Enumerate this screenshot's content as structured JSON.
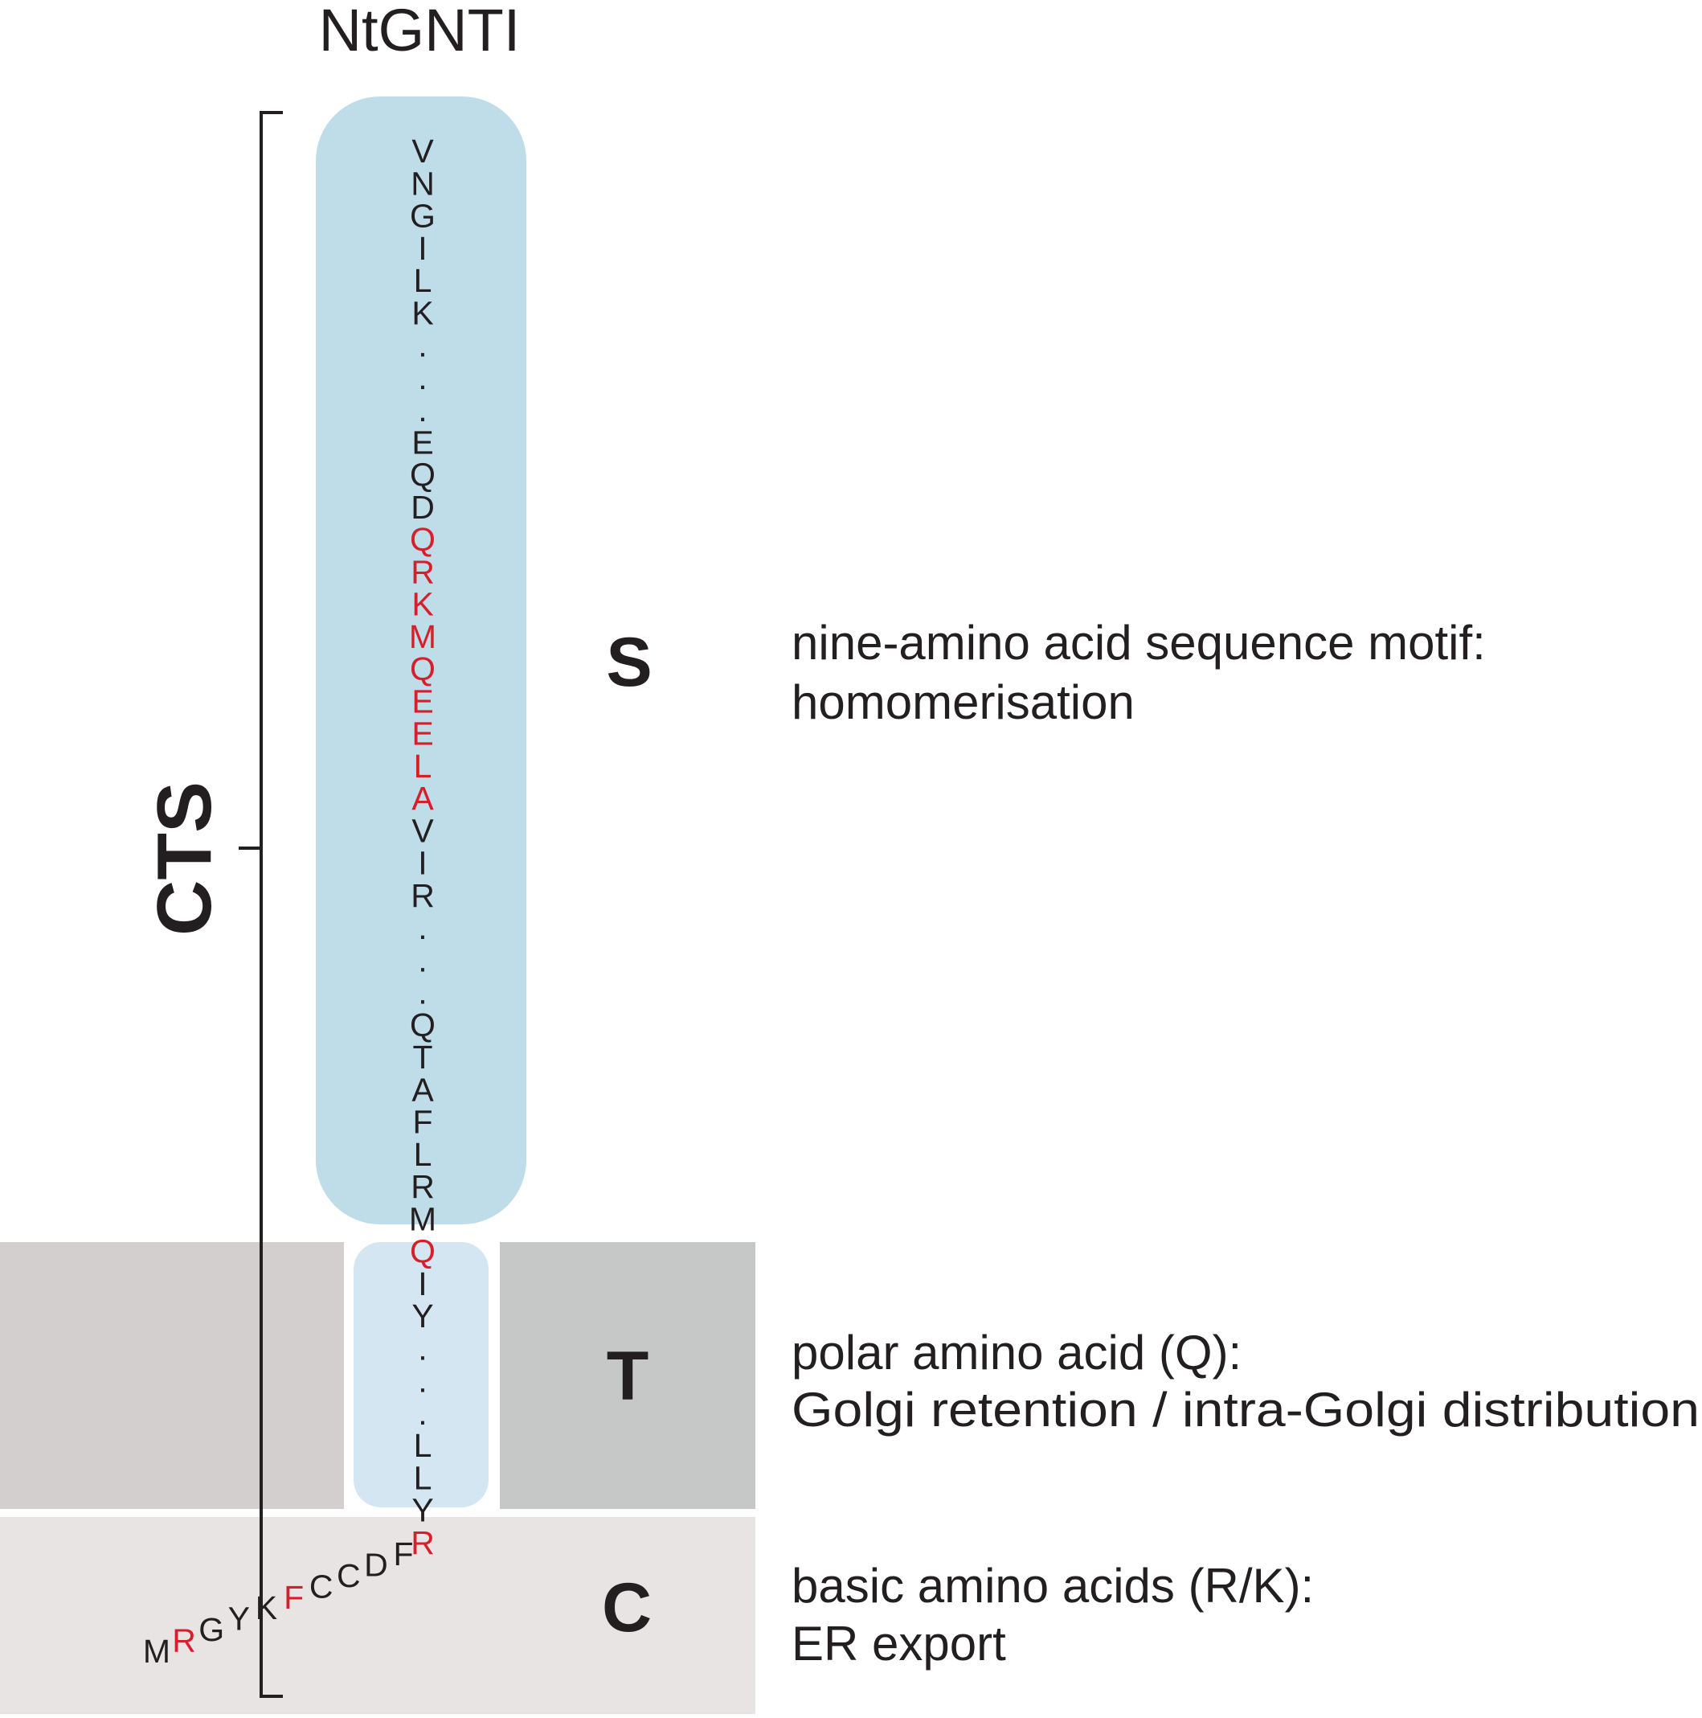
{
  "title": "NtGNTI",
  "colors": {
    "black": "#231f20",
    "red": "#d71f2b",
    "stem_box": "#bfdce9",
    "tm_box": "#d4e6f1",
    "membrane_left": "#d3cfcf",
    "membrane_right": "#c6c8c8",
    "cytosol": "#e8e4e4"
  },
  "cts_label": "CTS",
  "regions": [
    {
      "id": "S",
      "label": "S",
      "desc": [
        "nine-amino acid sequence motif:",
        "homomerisation"
      ]
    },
    {
      "id": "T",
      "label": "T",
      "desc": [
        "polar amino acid (Q):",
        "Golgi retention / intra-Golgi distribution"
      ]
    },
    {
      "id": "C",
      "label": "C",
      "desc": [
        "basic amino acids (R/K):",
        "ER export"
      ]
    }
  ],
  "vertical_sequence": [
    {
      "c": "V",
      "red": false
    },
    {
      "c": "N",
      "red": false
    },
    {
      "c": "G",
      "red": false
    },
    {
      "c": "I",
      "red": false
    },
    {
      "c": "L",
      "red": false
    },
    {
      "c": "K",
      "red": false
    },
    {
      "c": ".",
      "red": false
    },
    {
      "c": ".",
      "red": false
    },
    {
      "c": ".",
      "red": false
    },
    {
      "c": "E",
      "red": false
    },
    {
      "c": "Q",
      "red": false
    },
    {
      "c": "D",
      "red": false
    },
    {
      "c": "Q",
      "red": true
    },
    {
      "c": "R",
      "red": true
    },
    {
      "c": "K",
      "red": true
    },
    {
      "c": "M",
      "red": true
    },
    {
      "c": "Q",
      "red": true
    },
    {
      "c": "E",
      "red": true
    },
    {
      "c": "E",
      "red": true
    },
    {
      "c": "L",
      "red": true
    },
    {
      "c": "A",
      "red": true
    },
    {
      "c": "V",
      "red": false
    },
    {
      "c": "I",
      "red": false
    },
    {
      "c": "R",
      "red": false
    },
    {
      "c": ".",
      "red": false
    },
    {
      "c": ".",
      "red": false
    },
    {
      "c": ".",
      "red": false
    },
    {
      "c": "Q",
      "red": false
    },
    {
      "c": "T",
      "red": false
    },
    {
      "c": "A",
      "red": false
    },
    {
      "c": "F",
      "red": false
    },
    {
      "c": "L",
      "red": false
    },
    {
      "c": "R",
      "red": false
    },
    {
      "c": "M",
      "red": false
    },
    {
      "c": "Q",
      "red": true
    },
    {
      "c": "I",
      "red": false
    },
    {
      "c": "Y",
      "red": false
    },
    {
      "c": ".",
      "red": false
    },
    {
      "c": ".",
      "red": false
    },
    {
      "c": ".",
      "red": false
    },
    {
      "c": "L",
      "red": false
    },
    {
      "c": "L",
      "red": false
    },
    {
      "c": "Y",
      "red": false
    },
    {
      "c": "R",
      "red": true
    }
  ],
  "tail_sequence": [
    {
      "c": "M",
      "red": false
    },
    {
      "c": "R",
      "red": true
    },
    {
      "c": "G",
      "red": false
    },
    {
      "c": "Y",
      "red": false
    },
    {
      "c": "K",
      "red": false
    },
    {
      "c": "F",
      "red": true
    },
    {
      "c": "C",
      "red": false
    },
    {
      "c": "C",
      "red": false
    },
    {
      "c": "D",
      "red": false
    },
    {
      "c": "F",
      "red": false
    }
  ]
}
